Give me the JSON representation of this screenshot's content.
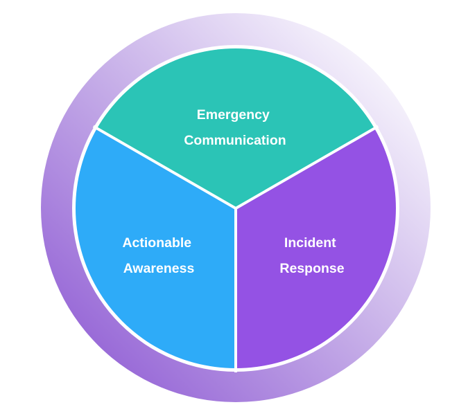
{
  "diagram": {
    "type": "segmented-circle",
    "segments": [
      {
        "id": "emergency-communication",
        "lines": [
          "Emergency",
          "Communication"
        ],
        "color": "#2bc4b6",
        "value": 1
      },
      {
        "id": "incident-response",
        "lines": [
          "Incident",
          "Response"
        ],
        "color": "#9452e4",
        "value": 1
      },
      {
        "id": "actionable-awareness",
        "lines": [
          "Actionable",
          "Awareness"
        ],
        "color": "#2eabf8",
        "value": 1
      }
    ],
    "ring": {
      "gradient_dark": "#9a6cd8",
      "gradient_mid": "#c6aee8",
      "gradient_light": "#f4f0fb"
    },
    "divider_color": "#ffffff"
  }
}
